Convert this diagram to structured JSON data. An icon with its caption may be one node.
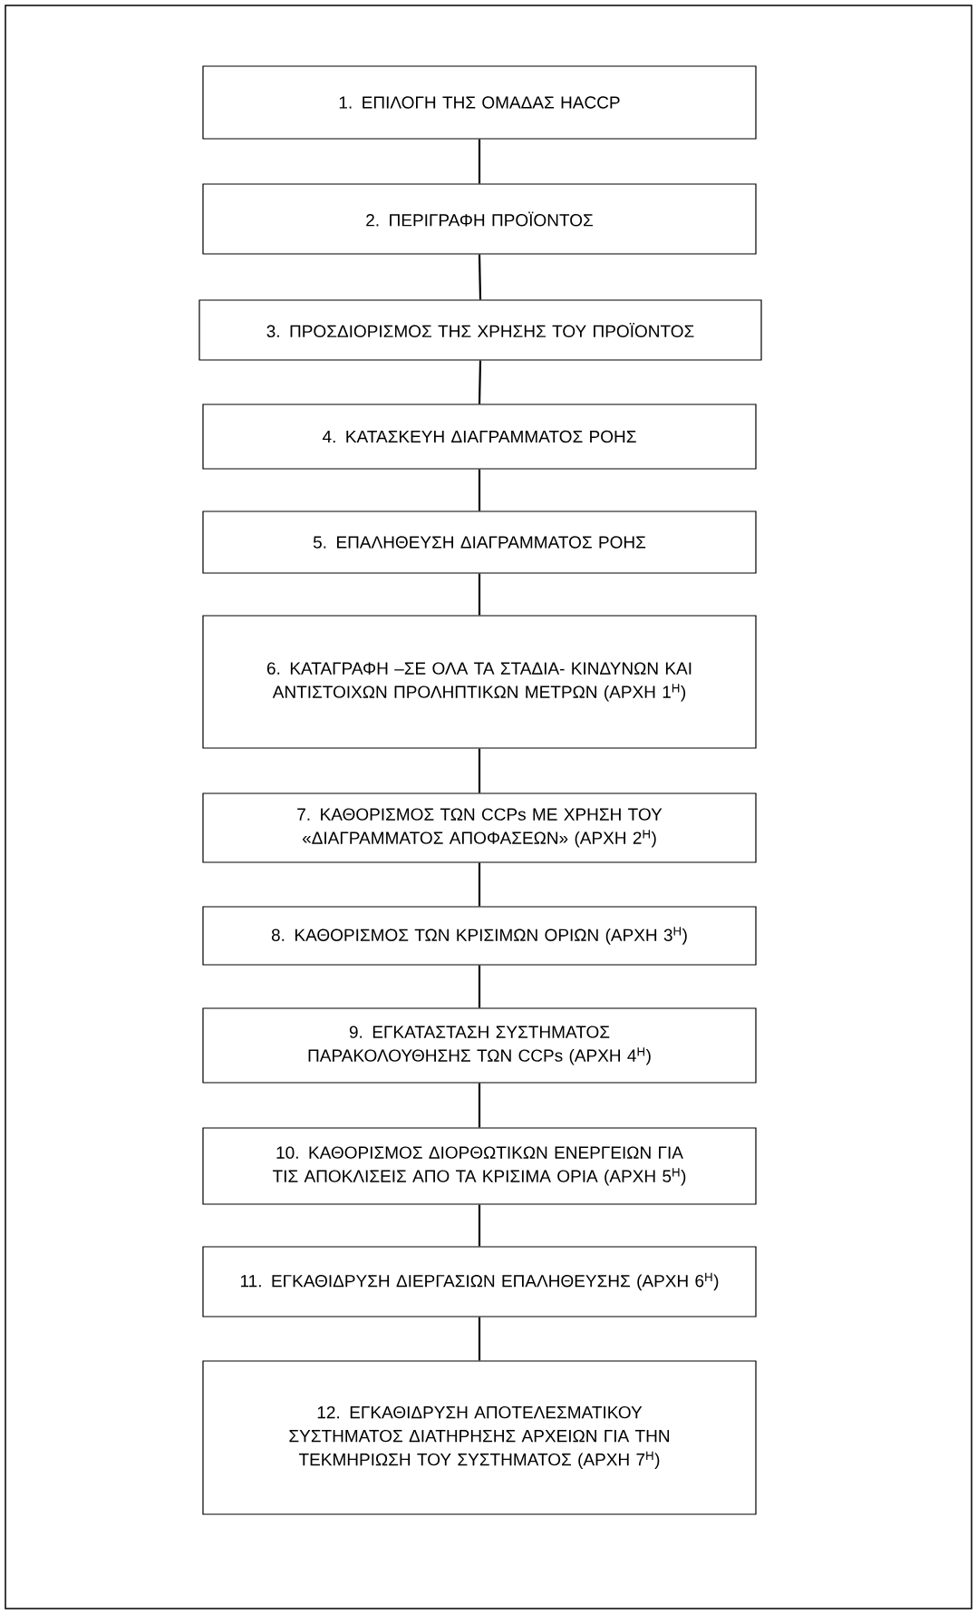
{
  "diagram": {
    "nodes": [
      {
        "text": [
          "1. ΕΠΙΛΟΓΗ ΤΗΣ ΟΜΑΔΑΣ HACCP"
        ]
      },
      {
        "text": [
          "2. ΠΕΡΙΓΡΑΦΗ ΠΡΟΪΟΝΤΟΣ"
        ]
      },
      {
        "text": [
          "3. ΠΡΟΣΔΙΟΡΙΣΜΟΣ ΤΗΣ ΧΡΗΣΗΣ ΤΟΥ ΠΡΟΪΟΝΤΟΣ"
        ]
      },
      {
        "text": [
          "4. ΚΑΤΑΣΚΕΥΗ ΔΙΑΓΡΑΜΜΑΤΟΣ ΡΟΗΣ"
        ]
      },
      {
        "text": [
          "5. ΕΠΑΛΗΘΕΥΣΗ ΔΙΑΓΡΑΜΜΑΤΟΣ ΡΟΗΣ"
        ]
      },
      {
        "text": [
          "6. ΚΑΤΑΓΡΑΦΗ –ΣΕ ΟΛΑ ΤΑ ΣΤΑΔΙΑ- ΚΙΝΔΥΝΩΝ ΚΑΙ ΑΝΤΙΣΤΟΙΧΩΝ ΠΡΟΛΗΠΤΙΚΩΝ ΜΕΤΡΩΝ (ΑΡΧΗ 1$^{Η}$)"
        ]
      },
      {
        "text": [
          "7. ΚΑΘΟΡΙΣΜΟΣ ΤΩΝ CCPs ΜΕ ΧΡΗΣΗ ΤΟΥ «ΔΙΑΓΡΑΜΜΑΤΟΣ ΑΠΟΦΑΣΕΩΝ» (ΑΡΧΗ 2$^{Η}$)"
        ]
      },
      {
        "text": [
          "8. ΚΑΘΟΡΙΣΜΟΣ ΤΩΝ ΚΡΙΣΙΜΩΝ ΟΡΙΩΝ (ΑΡΧΗ 3$^{Η}$)"
        ]
      },
      {
        "text": [
          "9. ΕΓΚΑΤΑΣΤΑΣΗ ΣΥΣΤΗΜΑΤΟΣ ΠΑΡΑΚΟΛΟΥΘΗΣΗΣ ΤΩΝ CCPs (ΑΡΧΗ 4$^{Η}$)"
        ]
      },
      {
        "text": [
          "10. ΚΑΘΟΡΙΣΜΟΣ ΔΙΟΡΘΩΤΙΚΩΝ ΕΝΕΡΓΕΙΩΝ ΓΙΑ ΤΙΣ ΑΠΟΚΛΙΣΕΙΣ ΑΠΟ ΤΑ ΚΡΙΣΙΜΑ ΟΡΙΑ (ΑΡΧΗ 5$^{Η}$)"
        ]
      },
      {
        "text": [
          "11. ΕΓΚΑΘΙΔΡΥΣΗ ΔΙΕΡΓΑΣΙΩΝ ΕΠΑΛΗΘΕΥΣΗΣ (ΑΡΧΗ 6$^{Η}$)"
        ]
      },
      {
        "text": [
          "12. ΕΓΚΑΘΙΔΡΥΣΗ ΑΠΟΤΕΛΕΣΜΑΤΙΚΟΥ ΣΥΣΤΗΜΑΤΟΣ ΔΙΑΤΗΡΗΣΗΣ ΑΡΧΕΙΩΝ ΓΙΑ ΤΗΝ ΤΕΚΜΗΡΙΩΣΗ ΤΟΥ ΣΥΣΤΗΜΑΤΟΣ (ΑΡΧΗ 7$^{Η}$)"
        ]
      }
    ],
    "edges": [
      {
        "from": 0,
        "to": 1,
        "arrow": "none"
      },
      {
        "from": 1,
        "to": 2,
        "arrow": "none"
      },
      {
        "from": 2,
        "to": 3,
        "arrow": "none"
      },
      {
        "from": 3,
        "to": 4,
        "arrow": "none"
      },
      {
        "from": 4,
        "to": 5,
        "arrow": "none"
      },
      {
        "from": 5,
        "to": 6,
        "arrow": "none"
      },
      {
        "from": 6,
        "to": 7,
        "arrow": "none"
      },
      {
        "from": 7,
        "to": 8,
        "arrow": "none"
      },
      {
        "from": 8,
        "to": 9,
        "arrow": "none"
      },
      {
        "from": 9,
        "to": 10,
        "arrow": "none"
      },
      {
        "from": 10,
        "to": 11,
        "arrow": "none"
      }
    ]
  }
}
